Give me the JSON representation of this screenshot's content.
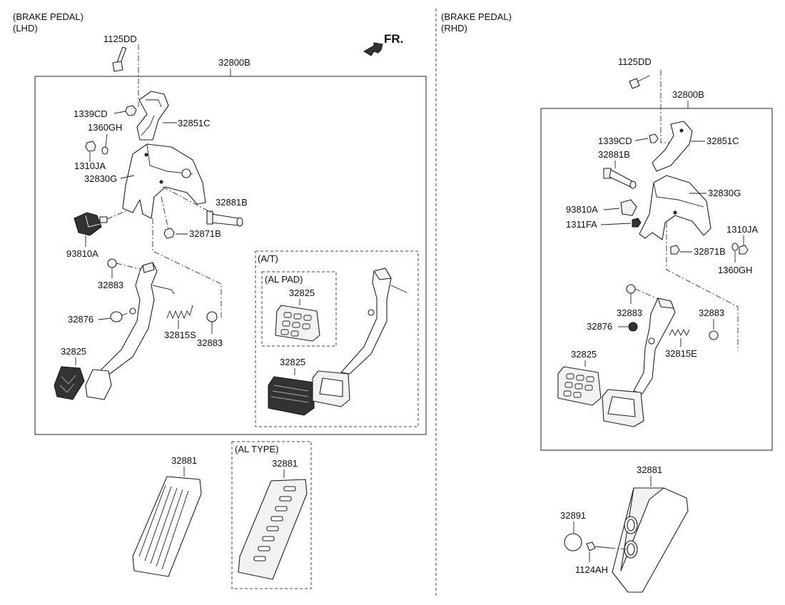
{
  "lhd": {
    "title_line1": "(BRAKE PEDAL)",
    "title_line2": "(LHD)",
    "fr_label": "FR.",
    "assembly_label": "32800B",
    "labels": {
      "bolt_1125dd": "1125DD",
      "nut_1339cd": "1339CD",
      "bracket_32851c": "32851C",
      "washer_1360gh": "1360GH",
      "nut_1310ja": "1310JA",
      "bracket_32830g": "32830G",
      "bolt_32881b": "32881B",
      "bolt_32871b": "32871B",
      "switch_93810a": "93810A",
      "bush_32883_a": "32883",
      "stopper_32876": "32876",
      "spring_32815s": "32815S",
      "bush_32883_b": "32883",
      "pad_32825": "32825"
    },
    "at_group": {
      "title": "(A/T)",
      "al_pad_title": "(AL PAD)",
      "al_pad_label": "32825",
      "pad_label": "32825"
    },
    "accel_label": "32881",
    "al_type": {
      "title": "(AL TYPE)",
      "label": "32881"
    }
  },
  "rhd": {
    "title_line1": "(BRAKE PEDAL)",
    "title_line2": "(RHD)",
    "assembly_label": "32800B",
    "labels": {
      "bolt_1125dd": "1125DD",
      "nut_1339cd": "1339CD",
      "bracket_32851c": "32851C",
      "bolt_32881b": "32881B",
      "bracket_32830g": "32830G",
      "switch_93810a": "93810A",
      "nut_1311fa": "1311FA",
      "nut_1310ja": "1310JA",
      "bolt_32871b": "32871B",
      "washer_1360gh": "1360GH",
      "bush_32883_a": "32883",
      "bush_32883_b": "32883",
      "stopper_32876": "32876",
      "spring_32815e": "32815E",
      "pad_32825": "32825"
    },
    "accel_label": "32881",
    "cap_32891": "32891",
    "bolt_1124ah": "1124AH"
  }
}
